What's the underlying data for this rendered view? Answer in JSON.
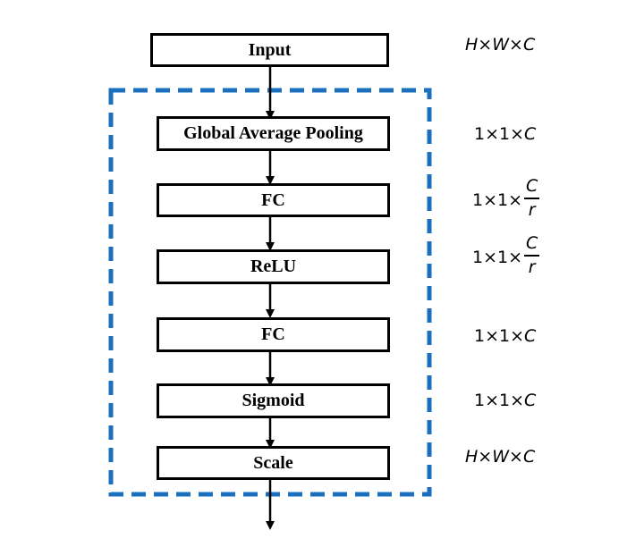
{
  "blocks": {
    "input": "Input",
    "gap": "Global Average Pooling",
    "fc1": "FC",
    "relu": "ReLU",
    "fc2": "FC",
    "sigmoid": "Sigmoid",
    "scale": "Scale"
  },
  "dims": {
    "input": {
      "h": "H",
      "w": "W",
      "c": "C"
    },
    "gap": {
      "prefix": "1×1×",
      "c": "C"
    },
    "fc1": {
      "prefix": "1×1×",
      "num": "C",
      "den": "r"
    },
    "relu": {
      "prefix": "1×1×",
      "num": "C",
      "den": "r"
    },
    "fc2": {
      "prefix": "1×1×",
      "c": "C"
    },
    "sigmoid": {
      "prefix": "1×1×",
      "c": "C"
    },
    "scale": {
      "h": "H",
      "w": "W",
      "c": "C"
    }
  },
  "colors": {
    "dashed_frame": "#1a6fbf",
    "box_border": "#000000",
    "arrow": "#000000"
  }
}
